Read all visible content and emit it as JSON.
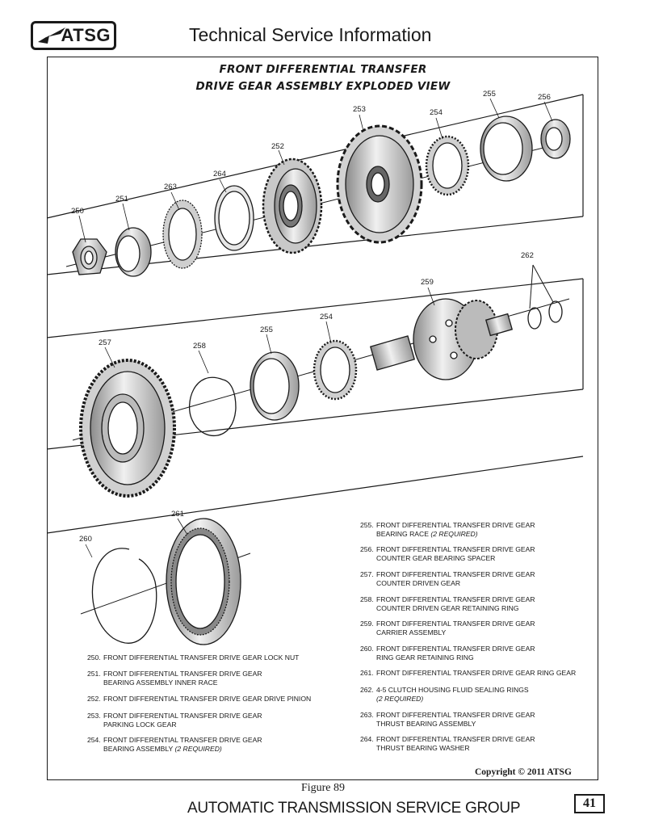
{
  "header": {
    "logo_text": "ATSG",
    "title": "Technical Service Information"
  },
  "diagram": {
    "title_line1": "FRONT DIFFERENTIAL TRANSFER",
    "title_line2": "DRIVE GEAR ASSEMBLY EXPLODED VIEW",
    "callouts": {
      "c250": "250",
      "c251": "251",
      "c263": "263",
      "c264": "264",
      "c252": "252",
      "c253": "253",
      "c254a": "254",
      "c255a": "255",
      "c256": "256",
      "c262": "262",
      "c259": "259",
      "c254b": "254",
      "c255b": "255",
      "c258": "258",
      "c257": "257",
      "c261": "261",
      "c260": "260"
    }
  },
  "legend": {
    "left": [
      {
        "num": "250.",
        "line1": "FRONT DIFFERENTIAL TRANSFER DRIVE GEAR LOCK NUT",
        "line2": "",
        "note": ""
      },
      {
        "num": "251.",
        "line1": "FRONT DIFFERENTIAL TRANSFER DRIVE GEAR",
        "line2": "BEARING ASSEMBLY INNER RACE",
        "note": ""
      },
      {
        "num": "252.",
        "line1": "FRONT DIFFERENTIAL TRANSFER DRIVE GEAR DRIVE PINION",
        "line2": "",
        "note": ""
      },
      {
        "num": "253.",
        "line1": "FRONT DIFFERENTIAL TRANSFER DRIVE GEAR",
        "line2": "PARKING LOCK GEAR",
        "note": ""
      },
      {
        "num": "254.",
        "line1": "FRONT DIFFERENTIAL TRANSFER DRIVE GEAR",
        "line2": "BEARING ASSEMBLY",
        "note": "(2 REQUIRED)"
      }
    ],
    "right": [
      {
        "num": "255.",
        "line1": "FRONT DIFFERENTIAL TRANSFER DRIVE GEAR",
        "line2": "BEARING RACE",
        "note": "(2 REQUIRED)"
      },
      {
        "num": "256.",
        "line1": "FRONT DIFFERENTIAL TRANSFER DRIVE GEAR",
        "line2": "COUNTER GEAR BEARING SPACER",
        "note": ""
      },
      {
        "num": "257.",
        "line1": "FRONT DIFFERENTIAL TRANSFER DRIVE GEAR",
        "line2": "COUNTER DRIVEN GEAR",
        "note": ""
      },
      {
        "num": "258.",
        "line1": "FRONT DIFFERENTIAL TRANSFER DRIVE GEAR",
        "line2": "COUNTER DRIVEN GEAR RETAINING RING",
        "note": ""
      },
      {
        "num": "259.",
        "line1": "FRONT DIFFERENTIAL TRANSFER DRIVE GEAR",
        "line2": "CARRIER ASSEMBLY",
        "note": ""
      },
      {
        "num": "260.",
        "line1": "FRONT DIFFERENTIAL TRANSFER DRIVE GEAR",
        "line2": "RING GEAR RETAINING RING",
        "note": ""
      },
      {
        "num": "261.",
        "line1": "FRONT DIFFERENTIAL TRANSFER DRIVE GEAR RING GEAR",
        "line2": "",
        "note": ""
      },
      {
        "num": "262.",
        "line1": "4-5 CLUTCH HOUSING FLUID SEALING RINGS",
        "line2": "",
        "note": "(2 REQUIRED)"
      },
      {
        "num": "263.",
        "line1": "FRONT DIFFERENTIAL TRANSFER DRIVE GEAR",
        "line2": "THRUST BEARING ASSEMBLY",
        "note": ""
      },
      {
        "num": "264.",
        "line1": "FRONT DIFFERENTIAL TRANSFER DRIVE GEAR",
        "line2": "THRUST BEARING WASHER",
        "note": ""
      }
    ]
  },
  "copyright": "Copyright © 2011 ATSG",
  "figure_caption": "Figure 89",
  "footer": {
    "title": "AUTOMATIC TRANSMISSION SERVICE GROUP",
    "page_number": "41"
  }
}
